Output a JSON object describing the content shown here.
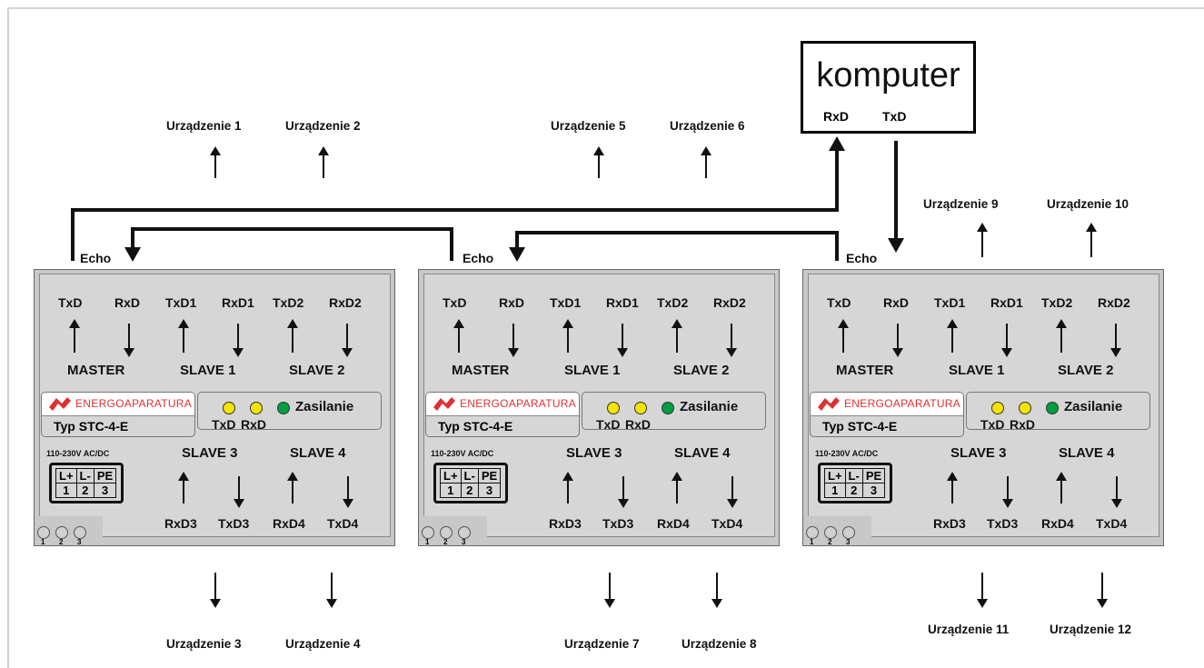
{
  "computer": {
    "title": "komputer",
    "rxd": "RxD",
    "txd": "TxD"
  },
  "devices": {
    "d1": "Urządzenie 1",
    "d2": "Urządzenie 2",
    "d3": "Urządzenie 3",
    "d4": "Urządzenie 4",
    "d5": "Urządzenie 5",
    "d6": "Urządzenie 6",
    "d7": "Urządzenie 7",
    "d8": "Urządzenie 8",
    "d9": "Urządzenie 9",
    "d10": "Urządzenie 10",
    "d11": "Urządzenie 11",
    "d12": "Urządzenie 12"
  },
  "module": {
    "echo": "Echo",
    "ports": [
      "TxD",
      "RxD",
      "TxD1",
      "RxD1",
      "TxD2",
      "RxD2"
    ],
    "master": "MASTER",
    "slave1": "SLAVE 1",
    "slave2": "SLAVE 2",
    "slave3": "SLAVE 3",
    "slave4": "SLAVE 4",
    "brand": "ENERGOAPARATURA",
    "typ": "Typ STC-4-E",
    "led_txd": "TxD",
    "led_rxd": "RxD",
    "zasilanie": "Zasilanie",
    "power": "110-230V AC/DC",
    "term_top": [
      "L+",
      "L-",
      "PE"
    ],
    "term_bottom": [
      "1",
      "2",
      "3"
    ],
    "bottom_ports": [
      "RxD3",
      "TxD3",
      "RxD4",
      "TxD4"
    ],
    "circle_nums": [
      "1",
      "2",
      "3"
    ]
  },
  "colors": {
    "led_yellow": "#f4e400",
    "led_green": "#00a040",
    "logo_red": "#e03030"
  }
}
